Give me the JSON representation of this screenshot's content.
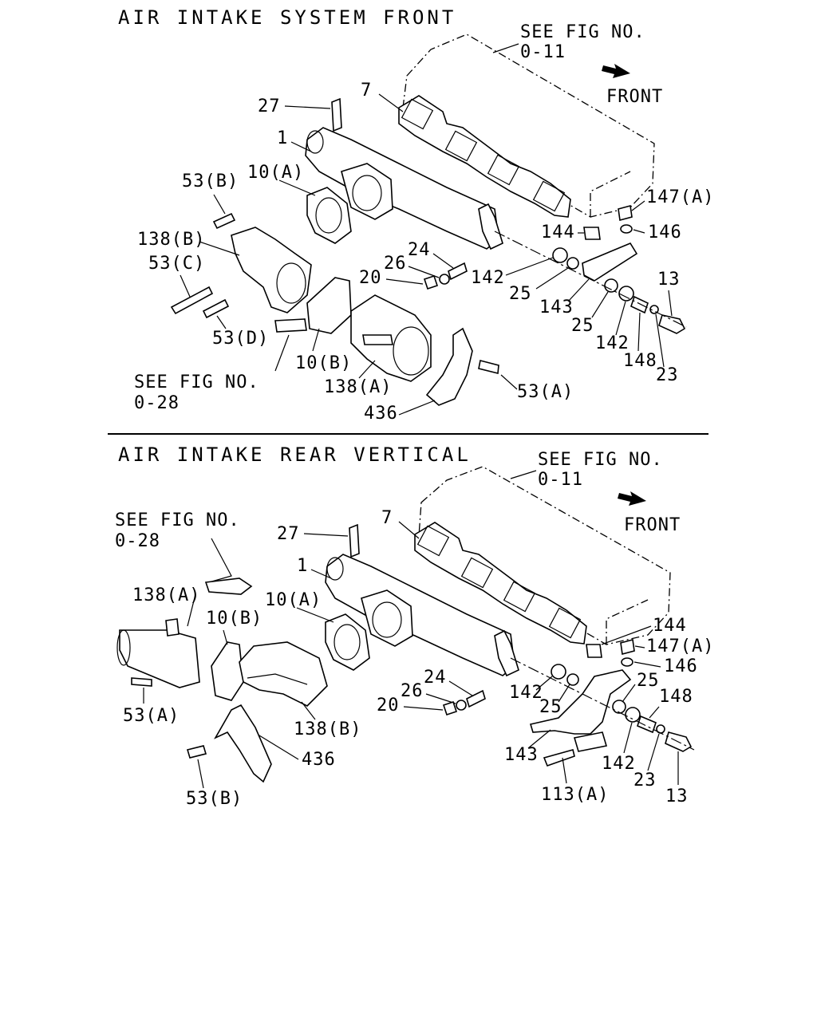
{
  "sections": [
    {
      "title": "AIR INTAKE SYSTEM FRONT",
      "refs": [
        "SEE FIG NO.",
        "0-11",
        "SEE FIG NO.",
        "0-28"
      ],
      "front_label": "FRONT",
      "labels": {
        "p27": "27",
        "p1": "1",
        "p7": "7",
        "p10a": "10(A)",
        "p53b": "53(B)",
        "p138b": "138(B)",
        "p53c": "53(C)",
        "p53d": "53(D)",
        "p10b": "10(B)",
        "p138a": "138(A)",
        "p436": "436",
        "p53a": "53(A)",
        "p24": "24",
        "p26": "26",
        "p20": "20",
        "p142a": "142",
        "p25a": "25",
        "p143": "143",
        "p25b": "25",
        "p142b": "142",
        "p148": "148",
        "p23": "23",
        "p13": "13",
        "p144": "144",
        "p147a": "147(A)",
        "p146": "146"
      }
    },
    {
      "title": "AIR INTAKE REAR VERTICAL",
      "refs": [
        "SEE FIG NO.",
        "0-11",
        "SEE FIG NO.",
        "0-28"
      ],
      "front_label": "FRONT",
      "labels": {
        "p27": "27",
        "p7": "7",
        "p1": "1",
        "p138a": "138(A)",
        "p10b": "10(B)",
        "p10a": "10(A)",
        "p53a": "53(A)",
        "p138b": "138(B)",
        "p436": "436",
        "p53b": "53(B)",
        "p24": "24",
        "p26": "26",
        "p20": "20",
        "p142a": "142",
        "p25a": "25",
        "p143": "143",
        "p113a": "113(A)",
        "p142b": "142",
        "p23": "23",
        "p13": "13",
        "p148": "148",
        "p25b": "25",
        "p144": "144",
        "p147a": "147(A)",
        "p146": "146"
      }
    }
  ]
}
